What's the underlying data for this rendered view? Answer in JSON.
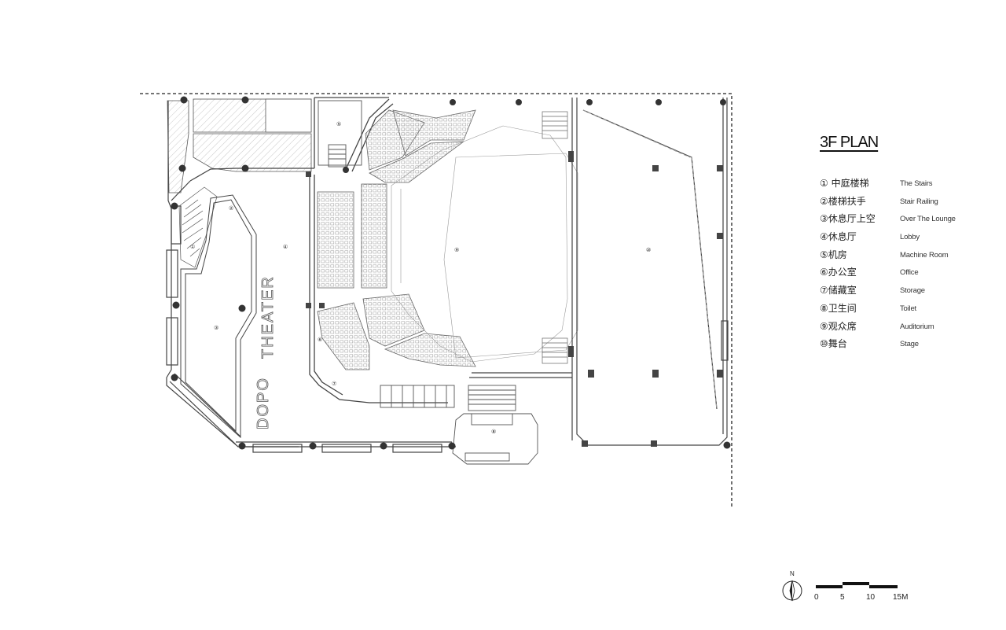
{
  "title": "3F PLAN",
  "legend": [
    {
      "zh": "① 中庭楼梯",
      "en": "The Stairs"
    },
    {
      "zh": "②楼梯扶手",
      "en": "Stair Railing"
    },
    {
      "zh": "③休息厅上空",
      "en": "Over The Lounge"
    },
    {
      "zh": "④休息厅",
      "en": "Lobby"
    },
    {
      "zh": "⑤机房",
      "en": "Machine Room"
    },
    {
      "zh": "⑥办公室",
      "en": "Office"
    },
    {
      "zh": "⑦储藏室",
      "en": "Storage"
    },
    {
      "zh": "⑧卫生间",
      "en": "Toilet"
    },
    {
      "zh": "⑨观众席",
      "en": "Auditorium"
    },
    {
      "zh": "⑩舞台",
      "en": "Stage"
    }
  ],
  "plan": {
    "theater_lettering": "THEATER",
    "dopo_lettering": "DOPO",
    "room_markers": [
      "①",
      "②",
      "③",
      "④",
      "⑤",
      "⑥",
      "⑦",
      "⑧",
      "⑨",
      "⑩"
    ]
  },
  "north": {
    "label": "N"
  },
  "scale": {
    "ticks": [
      "0",
      "5",
      "10",
      "15M"
    ]
  }
}
